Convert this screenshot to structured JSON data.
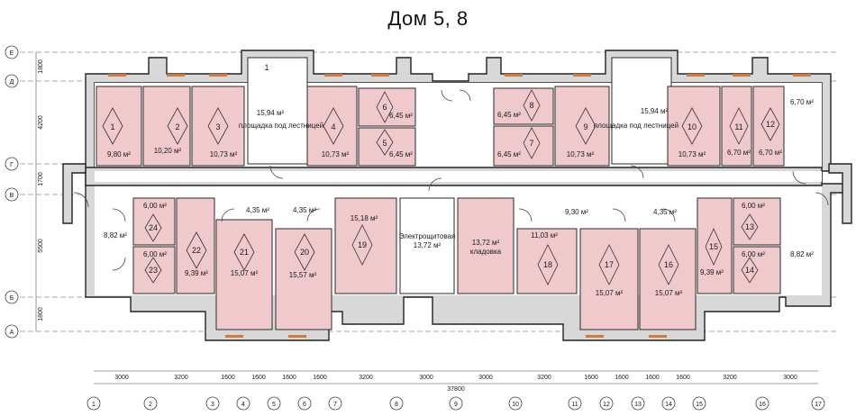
{
  "title": "Дом 5, 8",
  "rooms": [
    {
      "num": "1",
      "area": "9,80 м²"
    },
    {
      "num": "2",
      "area": "10,20 м²"
    },
    {
      "num": "3",
      "area": "10,73 м²"
    },
    {
      "num": "4",
      "area": "10,73 м²"
    },
    {
      "num": "5",
      "area": "6,45 м²"
    },
    {
      "num": "6",
      "area": "6,45 м²"
    },
    {
      "num": "7",
      "area": "6,45 м²"
    },
    {
      "num": "8",
      "area": "6,45 м²"
    },
    {
      "num": "9",
      "area": "10,73 м²"
    },
    {
      "num": "10",
      "area": "10,73 м²"
    },
    {
      "num": "11",
      "area": "6,70 м²"
    },
    {
      "num": "12",
      "area": "6,70 м²"
    },
    {
      "num": "13",
      "area": "6,00 м²"
    },
    {
      "num": "14",
      "area": "6,00 м²"
    },
    {
      "num": "15",
      "area": "9,39 м²"
    },
    {
      "num": "16",
      "area": "15,07 м²"
    },
    {
      "num": "17",
      "area": "15,07 м²"
    },
    {
      "num": "18",
      "area": "11,03 м²"
    },
    {
      "num": "19",
      "area": "15,18 м²"
    },
    {
      "num": "20",
      "area": "15,57 м²"
    },
    {
      "num": "21",
      "area": "15,07 м²"
    },
    {
      "num": "22",
      "area": "9,39 м²"
    },
    {
      "num": "23",
      "area": "6,00 м²"
    },
    {
      "num": "24",
      "area": "6,00 м²"
    }
  ],
  "labels": {
    "stair_top_num": "1",
    "landing_left_area": "15,94 м²",
    "landing_left_text": "площадка под лестницей",
    "landing_right_area": "15,94 м²",
    "landing_right_text": "площадка под лестницей",
    "electrical": "Электрощитовая",
    "electrical_area": "13,72 м²",
    "pantry_area": "13,72 м²",
    "pantry": "кладовка",
    "left_corridor": "8,82 м²",
    "right_corridor": "8,82 м²",
    "small_left_1": "4,35 м²",
    "small_left_2": "4,35 м²",
    "small_right_1": "9,30 м²",
    "small_right_2": "4,35 м²",
    "top_right_area": "6,70 м²"
  },
  "axes_letters": [
    "Е",
    "Д",
    "Г",
    "В",
    "Б",
    "А"
  ],
  "axes_numbers": [
    "1",
    "2",
    "3",
    "4",
    "5",
    "6",
    "7",
    "8",
    "9",
    "10",
    "11",
    "12",
    "13",
    "14",
    "15",
    "16",
    "17"
  ],
  "dims": [
    "3000",
    "3200",
    "1600",
    "1600",
    "1600",
    "1600",
    "3200",
    "3000",
    "3000",
    "3200",
    "1600",
    "1600",
    "1600",
    "1600",
    "3200",
    "3000"
  ],
  "total_dim": "37800",
  "side_dims": [
    "1800",
    "4200",
    "1700",
    "5500",
    "1800"
  ]
}
